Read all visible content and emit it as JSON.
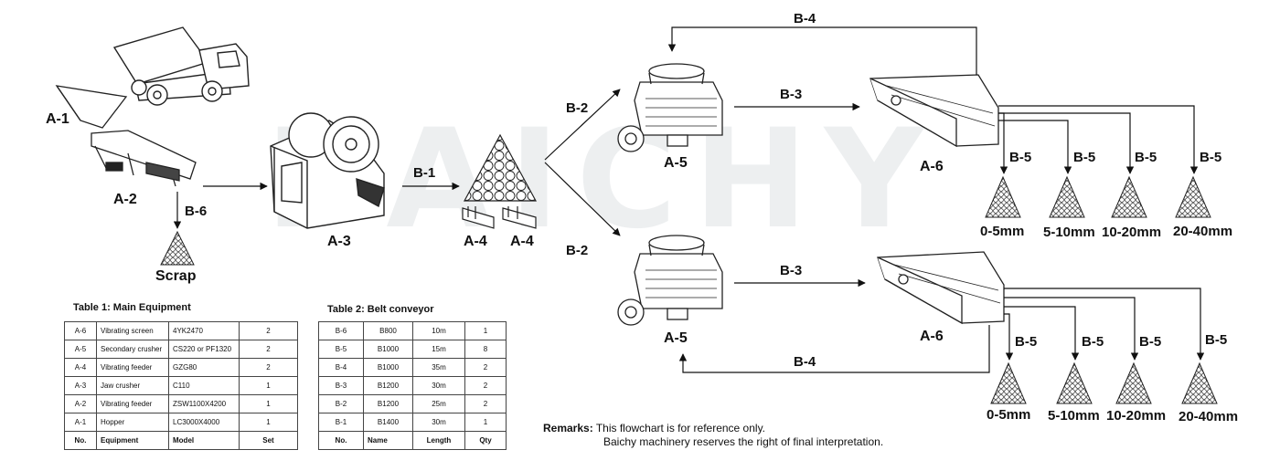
{
  "watermark": {
    "text": "BAICHY",
    "color": "#d8dce0"
  },
  "equipment_labels": {
    "hopper": "A-1",
    "feeder": "A-2",
    "jaw_crusher": "A-3",
    "screen_feeder_left": "A-4",
    "screen_feeder_right": "A-4",
    "cone_top": "A-5",
    "cone_bottom": "A-5",
    "screen_top": "A-6",
    "screen_bottom": "A-6"
  },
  "conveyor_labels": {
    "scrap_conveyor": "B-6",
    "to_pile": "B-1",
    "to_cone_top": "B-2",
    "to_cone_bottom": "B-2",
    "cone_to_screen_top": "B-3",
    "cone_to_screen_bottom": "B-3",
    "return_top": "B-4",
    "return_bottom": "B-4",
    "outputs_top": [
      "B-5",
      "B-5",
      "B-5",
      "B-5"
    ],
    "outputs_bottom": [
      "B-5",
      "B-5",
      "B-5",
      "B-5"
    ]
  },
  "scrap_label": "Scrap",
  "products_top": [
    "0-5mm",
    "5-10mm",
    "10-20mm",
    "20-40mm"
  ],
  "products_bottom": [
    "0-5mm",
    "5-10mm",
    "10-20mm",
    "20-40mm"
  ],
  "table1": {
    "title": "Table 1: Main Equipment",
    "rows": [
      [
        "A-6",
        "Vibrating screen",
        "4YK2470",
        "2"
      ],
      [
        "A-5",
        "Secondary crusher",
        "CS220 or PF1320",
        "2"
      ],
      [
        "A-4",
        "Vibrating feeder",
        "GZG80",
        "2"
      ],
      [
        "A-3",
        "Jaw crusher",
        "C110",
        "1"
      ],
      [
        "A-2",
        "Vibrating feeder",
        "ZSW1100X4200",
        "1"
      ],
      [
        "A-1",
        "Hopper",
        "LC3000X4000",
        "1"
      ]
    ],
    "header": [
      "No.",
      "Equipment",
      "Model",
      "Set"
    ]
  },
  "table2": {
    "title": "Table 2: Belt conveyor",
    "rows": [
      [
        "B-6",
        "B800",
        "10m",
        "1"
      ],
      [
        "B-5",
        "B1000",
        "15m",
        "8"
      ],
      [
        "B-4",
        "B1000",
        "35m",
        "2"
      ],
      [
        "B-3",
        "B1200",
        "30m",
        "2"
      ],
      [
        "B-2",
        "B1200",
        "25m",
        "2"
      ],
      [
        "B-1",
        "B1400",
        "30m",
        "1"
      ]
    ],
    "header": [
      "No.",
      "Name",
      "Length",
      "Qty"
    ]
  },
  "remarks": {
    "label": "Remarks:",
    "line1": "This flowchart is for reference only.",
    "line2": "Baichy machinery reserves the right of final interpretation."
  }
}
